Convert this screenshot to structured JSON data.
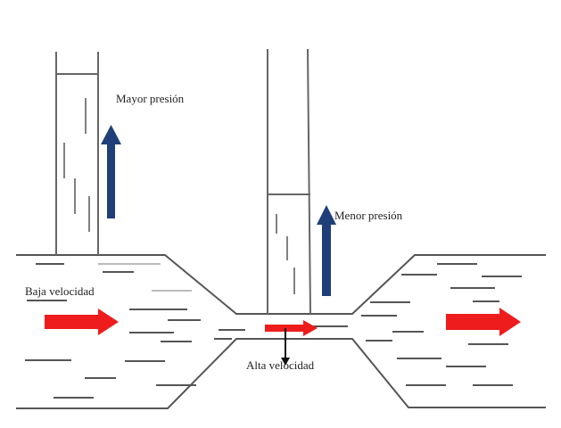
{
  "labels": {
    "high_pressure": "Mayor presión",
    "low_pressure": "Menor presión",
    "low_velocity": "Baja velocidad",
    "high_velocity": "Alta velocidad"
  },
  "colors": {
    "pressure_arrow": "#1f3f78",
    "flow_arrow": "#ee1c1c",
    "outline": "#555555",
    "background": "#ffffff"
  }
}
